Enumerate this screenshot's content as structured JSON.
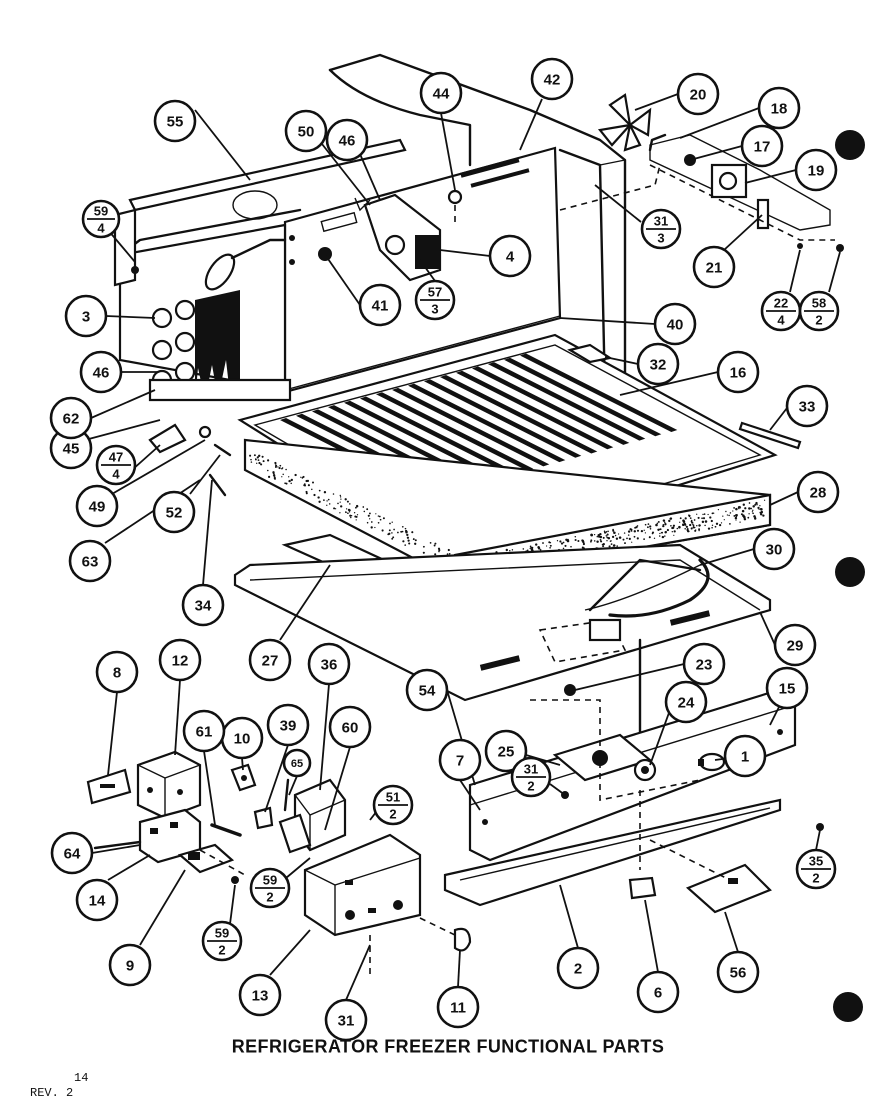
{
  "title": "REFRIGERATOR FREEZER FUNCTIONAL PARTS",
  "page_number": "14",
  "revision": "REV. 2",
  "callouts": [
    {
      "id": "c1",
      "text": "1"
    },
    {
      "id": "c2",
      "text": "2"
    },
    {
      "id": "c3",
      "text": "3"
    },
    {
      "id": "c4",
      "text": "4"
    },
    {
      "id": "c6",
      "text": "6"
    },
    {
      "id": "c7",
      "text": "7"
    },
    {
      "id": "c8",
      "text": "8"
    },
    {
      "id": "c9",
      "text": "9"
    },
    {
      "id": "c10",
      "text": "10"
    },
    {
      "id": "c11",
      "text": "11"
    },
    {
      "id": "c12",
      "text": "12"
    },
    {
      "id": "c13",
      "text": "13"
    },
    {
      "id": "c14",
      "text": "14"
    },
    {
      "id": "c15",
      "text": "15"
    },
    {
      "id": "c16",
      "text": "16"
    },
    {
      "id": "c17",
      "text": "17"
    },
    {
      "id": "c18",
      "text": "18"
    },
    {
      "id": "c19",
      "text": "19"
    },
    {
      "id": "c20",
      "text": "20"
    },
    {
      "id": "c21",
      "text": "21"
    },
    {
      "id": "c23",
      "text": "23"
    },
    {
      "id": "c24",
      "text": "24"
    },
    {
      "id": "c25",
      "text": "25"
    },
    {
      "id": "c27",
      "text": "27"
    },
    {
      "id": "c28",
      "text": "28"
    },
    {
      "id": "c29",
      "text": "29"
    },
    {
      "id": "c30",
      "text": "30"
    },
    {
      "id": "c31b",
      "text": "31"
    },
    {
      "id": "c32",
      "text": "32"
    },
    {
      "id": "c33",
      "text": "33"
    },
    {
      "id": "c34",
      "text": "34"
    },
    {
      "id": "c36",
      "text": "36"
    },
    {
      "id": "c39",
      "text": "39"
    },
    {
      "id": "c40",
      "text": "40"
    },
    {
      "id": "c41",
      "text": "41"
    },
    {
      "id": "c42",
      "text": "42"
    },
    {
      "id": "c44",
      "text": "44"
    },
    {
      "id": "c45",
      "text": "45"
    },
    {
      "id": "c46a",
      "text": "46"
    },
    {
      "id": "c46b",
      "text": "46"
    },
    {
      "id": "c49",
      "text": "49"
    },
    {
      "id": "c50",
      "text": "50"
    },
    {
      "id": "c52",
      "text": "52"
    },
    {
      "id": "c54",
      "text": "54"
    },
    {
      "id": "c55",
      "text": "55"
    },
    {
      "id": "c56",
      "text": "56"
    },
    {
      "id": "c60",
      "text": "60"
    },
    {
      "id": "c61",
      "text": "61"
    },
    {
      "id": "c62",
      "text": "62"
    },
    {
      "id": "c63",
      "text": "63"
    },
    {
      "id": "c64",
      "text": "64"
    },
    {
      "id": "c65",
      "text": "65"
    }
  ],
  "fraction_callouts": [
    {
      "id": "f59_4",
      "num": "59",
      "den": "4"
    },
    {
      "id": "f31_3",
      "num": "31",
      "den": "3"
    },
    {
      "id": "f57_3",
      "num": "57",
      "den": "3"
    },
    {
      "id": "f22_4",
      "num": "22",
      "den": "4"
    },
    {
      "id": "f58_2",
      "num": "58",
      "den": "2"
    },
    {
      "id": "f47_4",
      "num": "47",
      "den": "4"
    },
    {
      "id": "f31_2",
      "num": "31",
      "den": "2"
    },
    {
      "id": "f51_2",
      "num": "51",
      "den": "2"
    },
    {
      "id": "f59_2a",
      "num": "59",
      "den": "2"
    },
    {
      "id": "f59_2b",
      "num": "59",
      "den": "2"
    },
    {
      "id": "f35_2",
      "num": "35",
      "den": "2"
    }
  ]
}
